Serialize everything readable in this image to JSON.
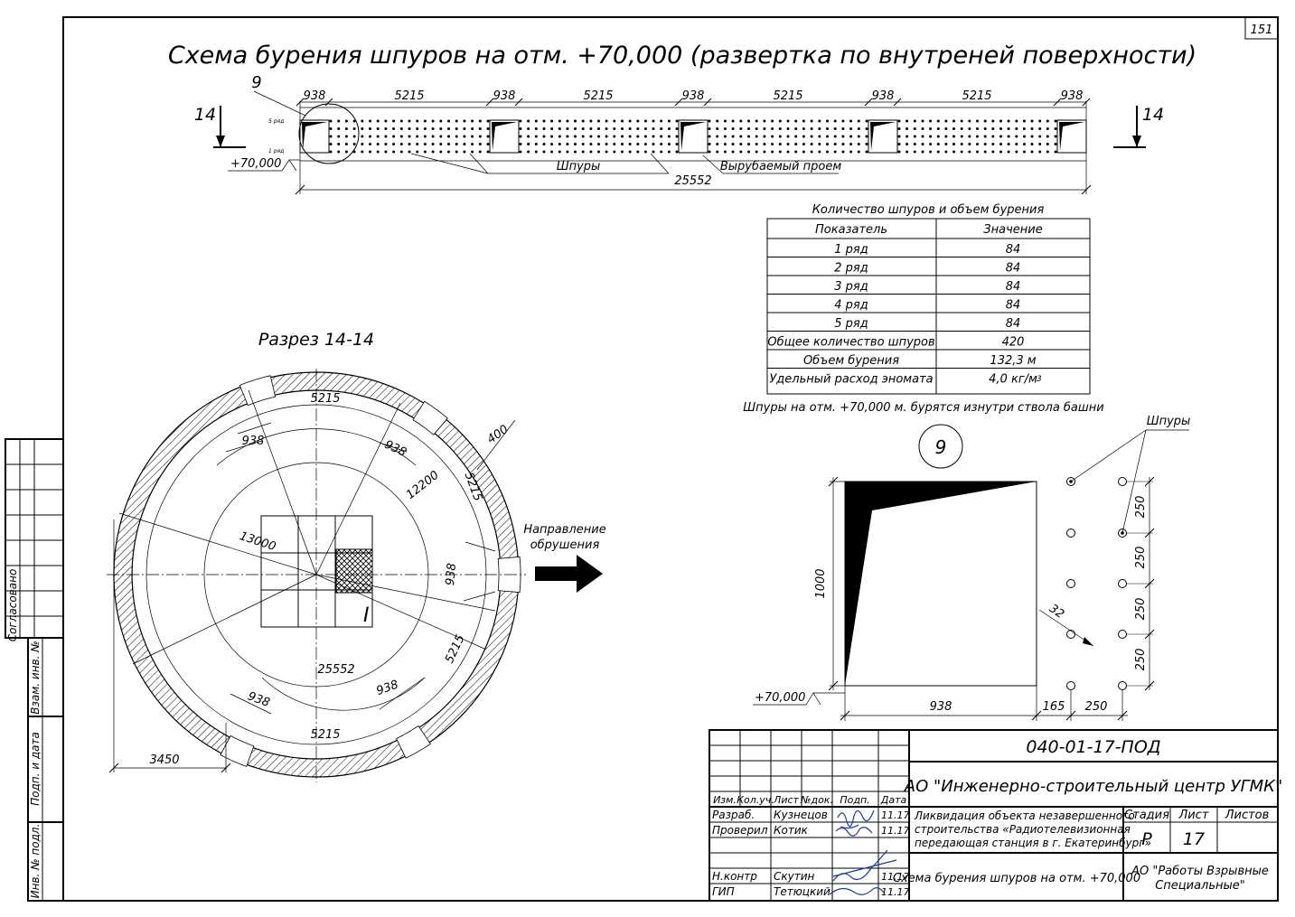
{
  "sheet_number": "151",
  "main_title": "Схема бурения шпуров на отм. +70,000 (развертка по внутреней поверхности)",
  "top_scheme": {
    "callout_9": "9",
    "section_mark": "14",
    "dims": [
      "938",
      "5215",
      "938",
      "5215",
      "938",
      "5215",
      "938",
      "5215",
      "938"
    ],
    "row5_label": "5 ряд",
    "row1_label": "1 ряд",
    "elevation": "+70,000",
    "label_holes": "Шпуры",
    "label_opening": "Вырубаемый проем",
    "total_length": "25552"
  },
  "table": {
    "title": "Количество шпуров и объем бурения",
    "headers": [
      "Показатель",
      "Значение"
    ],
    "rows": [
      [
        "1 ряд",
        "84"
      ],
      [
        "2 ряд",
        "84"
      ],
      [
        "3 ряд",
        "84"
      ],
      [
        "4 ряд",
        "84"
      ],
      [
        "5 ряд",
        "84"
      ],
      [
        "Общее количество шпуров",
        "420"
      ],
      [
        "Объем бурения",
        "132,3 м"
      ],
      [
        "Удельный расход эномата",
        "4,0 кг/м"
      ]
    ],
    "unit_sup": "3",
    "note": "Шпуры на отм. +70,000 м. бурятся изнутри ствола башни"
  },
  "section": {
    "title": "Разрез 14-14",
    "dims": {
      "d5215_top": "5215",
      "d938_tl": "938",
      "d938_tr": "938",
      "d400": "400",
      "d12200": "12200",
      "d5215_r": "5215",
      "d13000": "13000",
      "d938_r": "938",
      "d5215_br": "5215",
      "d25552": "25552",
      "d938_bl": "938",
      "d938_bc": "938",
      "d5215_bot": "5215",
      "d3450": "3450"
    },
    "direction_label_1": "Направление",
    "direction_label_2": "обрушения",
    "roman_one": "I"
  },
  "detail": {
    "callout": "9",
    "label_holes": "Шпуры",
    "height": "1000",
    "diameter": "32",
    "spacing": [
      "250",
      "250",
      "250",
      "250"
    ],
    "width": "938",
    "offset": "165",
    "step": "250",
    "elevation": "+70,000"
  },
  "side_stamp": {
    "agreed": "Согласовано",
    "vzam": "Взам. инв. №",
    "podp_data": "Подп. и дата",
    "inv_podl": "Инв. № подл."
  },
  "title_block": {
    "code": "040-01-17-ПОД",
    "org": "АО \"Инженерно-строительный центр УГМК\"",
    "headers": [
      "Изм.",
      "Кол.уч.",
      "Лист",
      "№док.",
      "Подп.",
      "Дата"
    ],
    "people": [
      [
        "Разраб.",
        "Кузнецов",
        "11.17"
      ],
      [
        "Проверил",
        "Котик",
        "11.17"
      ],
      [
        "Н.контр",
        "Скутин",
        "11.17"
      ],
      [
        "ГИП",
        "Тетюцкий",
        "11.17"
      ]
    ],
    "project_1": "Ликвидация объекта незавершенного",
    "project_2": "строительства «Радиотелевизионная",
    "project_3": "передающая станция в г. Екатеринбург»",
    "stage_label": "Стадия",
    "sheet_label": "Лист",
    "sheets_label": "Листов",
    "stage": "Р",
    "sheet": "17",
    "drawing_name": "Схема бурения шпуров на отм. +70,000",
    "company_1": "АО \"Работы Взрывные",
    "company_2": "Специальные\""
  }
}
